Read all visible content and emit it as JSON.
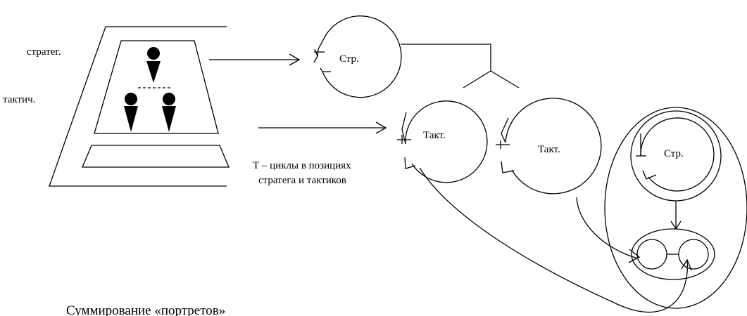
{
  "labels": {
    "strategic": "стратег.",
    "tactical": "тактич.",
    "cycle_str_1": "Стр.",
    "cycle_takt_1": "Такт.",
    "cycle_takt_2": "Такт.",
    "cycle_str_2": "Стр.",
    "caption_line1": "Т – циклы в позициях",
    "caption_line2": "стратега и тактиков",
    "title": "Суммирование «портретов»"
  },
  "colors": {
    "stroke": "#000000",
    "background": "#ffffff"
  }
}
